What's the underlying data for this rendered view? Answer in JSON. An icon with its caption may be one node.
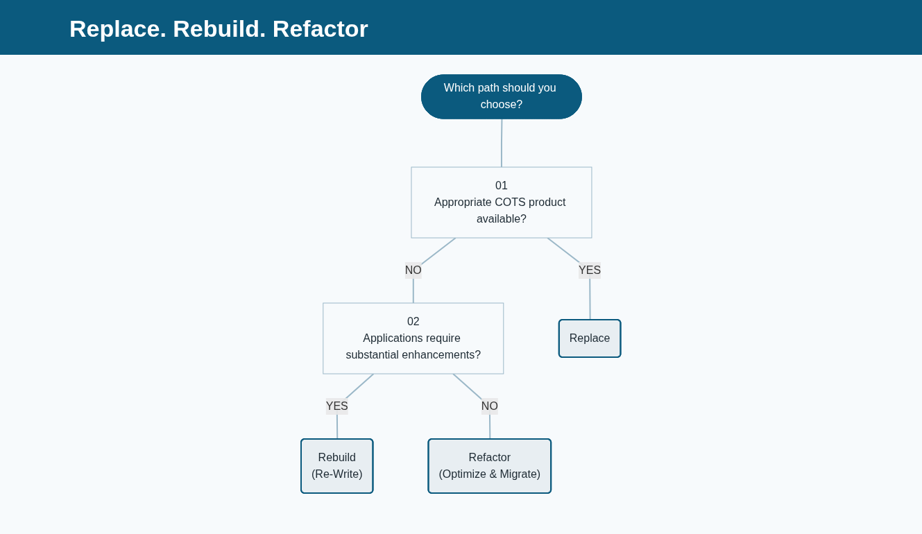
{
  "diagram": {
    "title": "Replace. Rebuild. Refactor",
    "nodes": [
      {
        "text": [
          "Which path should you choose?"
        ]
      },
      {
        "text": [
          "01",
          "Appropriate COTS product available?"
        ]
      },
      {
        "text": [
          "02",
          "Applications require substantial enhancements?"
        ]
      },
      {
        "text": [
          "Replace"
        ]
      },
      {
        "text": [
          "Rebuild",
          "(Re-Write)"
        ]
      },
      {
        "text": [
          "Refactor",
          "(Optimize & Migrate)"
        ]
      }
    ],
    "edges": [
      {
        "from": 0,
        "to": 1,
        "arrow": "none"
      },
      {
        "from": 1,
        "to": 2,
        "label": "NO",
        "arrow": "none"
      },
      {
        "from": 1,
        "to": 3,
        "label": "YES",
        "arrow": "none"
      },
      {
        "from": 2,
        "to": 4,
        "label": "YES",
        "arrow": "none"
      },
      {
        "from": 2,
        "to": 5,
        "label": "NO",
        "arrow": "none"
      }
    ]
  }
}
